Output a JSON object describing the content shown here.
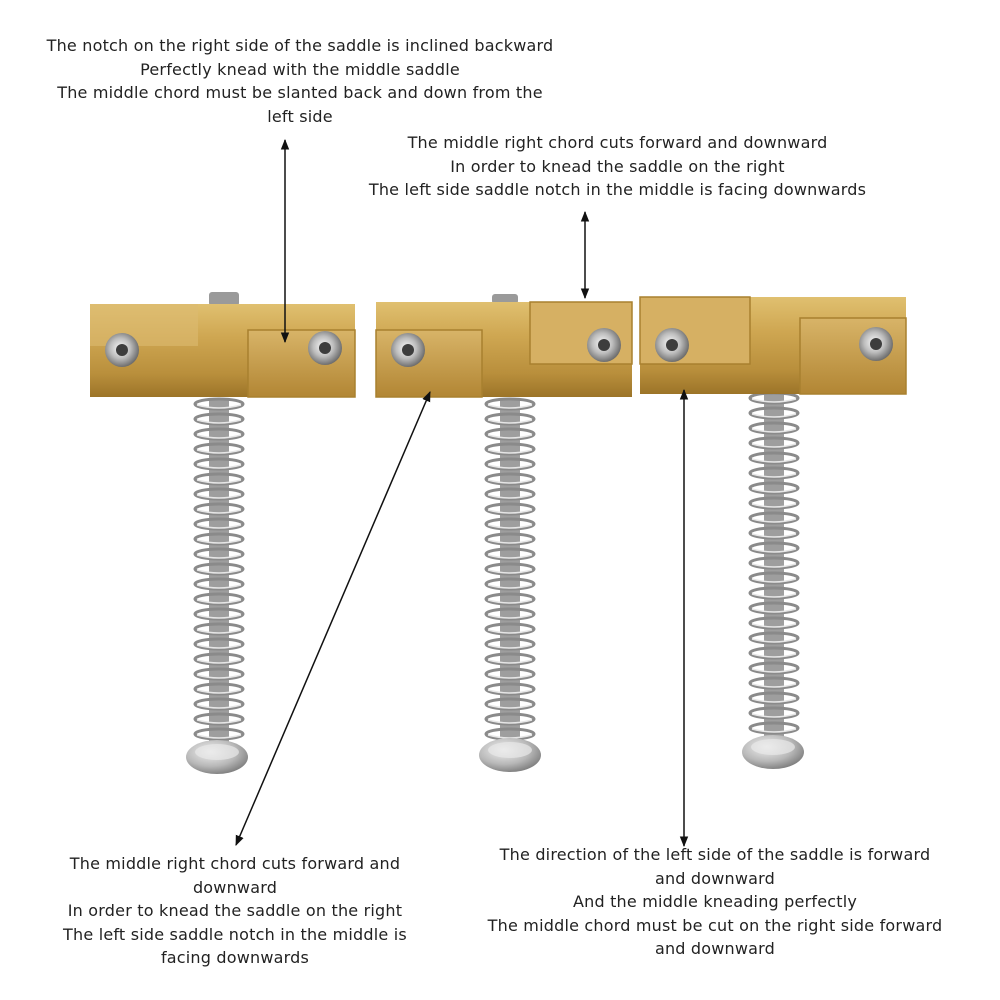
{
  "annotations": {
    "top_left": "The notch on the right side of the saddle is inclined backward\nPerfectly knead with the middle saddle\nThe middle chord must be slanted back and down from the\nleft side",
    "top_right": "The middle right chord cuts forward and downward\nIn order to knead the saddle on the right\nThe left side saddle notch in the middle is facing downwards",
    "bottom_left": "The middle right chord cuts forward and\ndownward\nIn order to knead the saddle on the right\nThe left side saddle notch in the middle is\nfacing downwards",
    "bottom_right": "The direction of the left side of the saddle is forward\nand downward\nAnd the middle kneading perfectly\nThe middle chord must be cut on the right side forward\nand downward"
  },
  "colors": {
    "brass": "#c9a24a",
    "brass_dark": "#a97f2e",
    "steel": "#c7c7c7",
    "text": "#222222",
    "arrow": "#111111"
  }
}
